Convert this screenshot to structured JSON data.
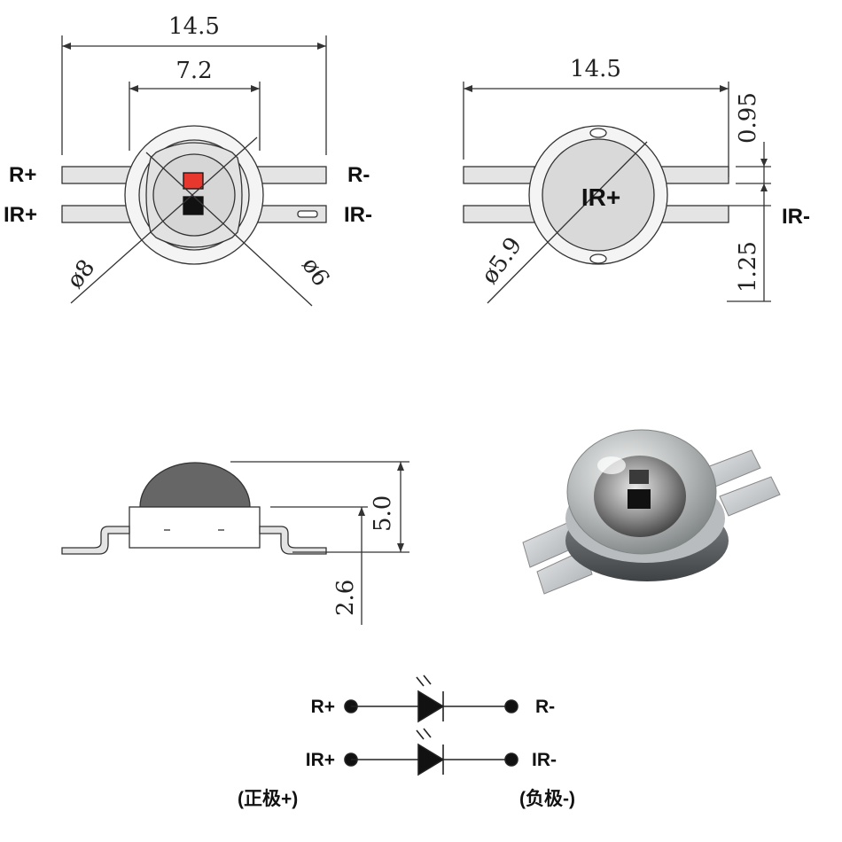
{
  "top_view": {
    "dim_width": "14.5",
    "dim_lens": "7.2",
    "dia_outer": "ø8",
    "dia_inner": "ø6",
    "pins": {
      "r_plus": "R+",
      "ir_plus": "IR+",
      "r_minus": "R-",
      "ir_minus": "IR-"
    },
    "chip_colors": {
      "red": "#e8372c",
      "black": "#111111"
    }
  },
  "bottom_view": {
    "dim_width": "14.5",
    "dim_thickness": "0.95",
    "dim_gap": "1.25",
    "dia_pad": "ø5.9",
    "center_label": "IR+",
    "pin_label": "IR-"
  },
  "side_view": {
    "dim_height": "5.0",
    "dim_body": "2.6",
    "dome_color": "#666666"
  },
  "schematic": {
    "row1": {
      "left": "R+",
      "right": "R-"
    },
    "row2": {
      "left": "IR+",
      "right": "IR-"
    },
    "anode_note": "(正极+)",
    "cathode_note": "(负极-)"
  }
}
